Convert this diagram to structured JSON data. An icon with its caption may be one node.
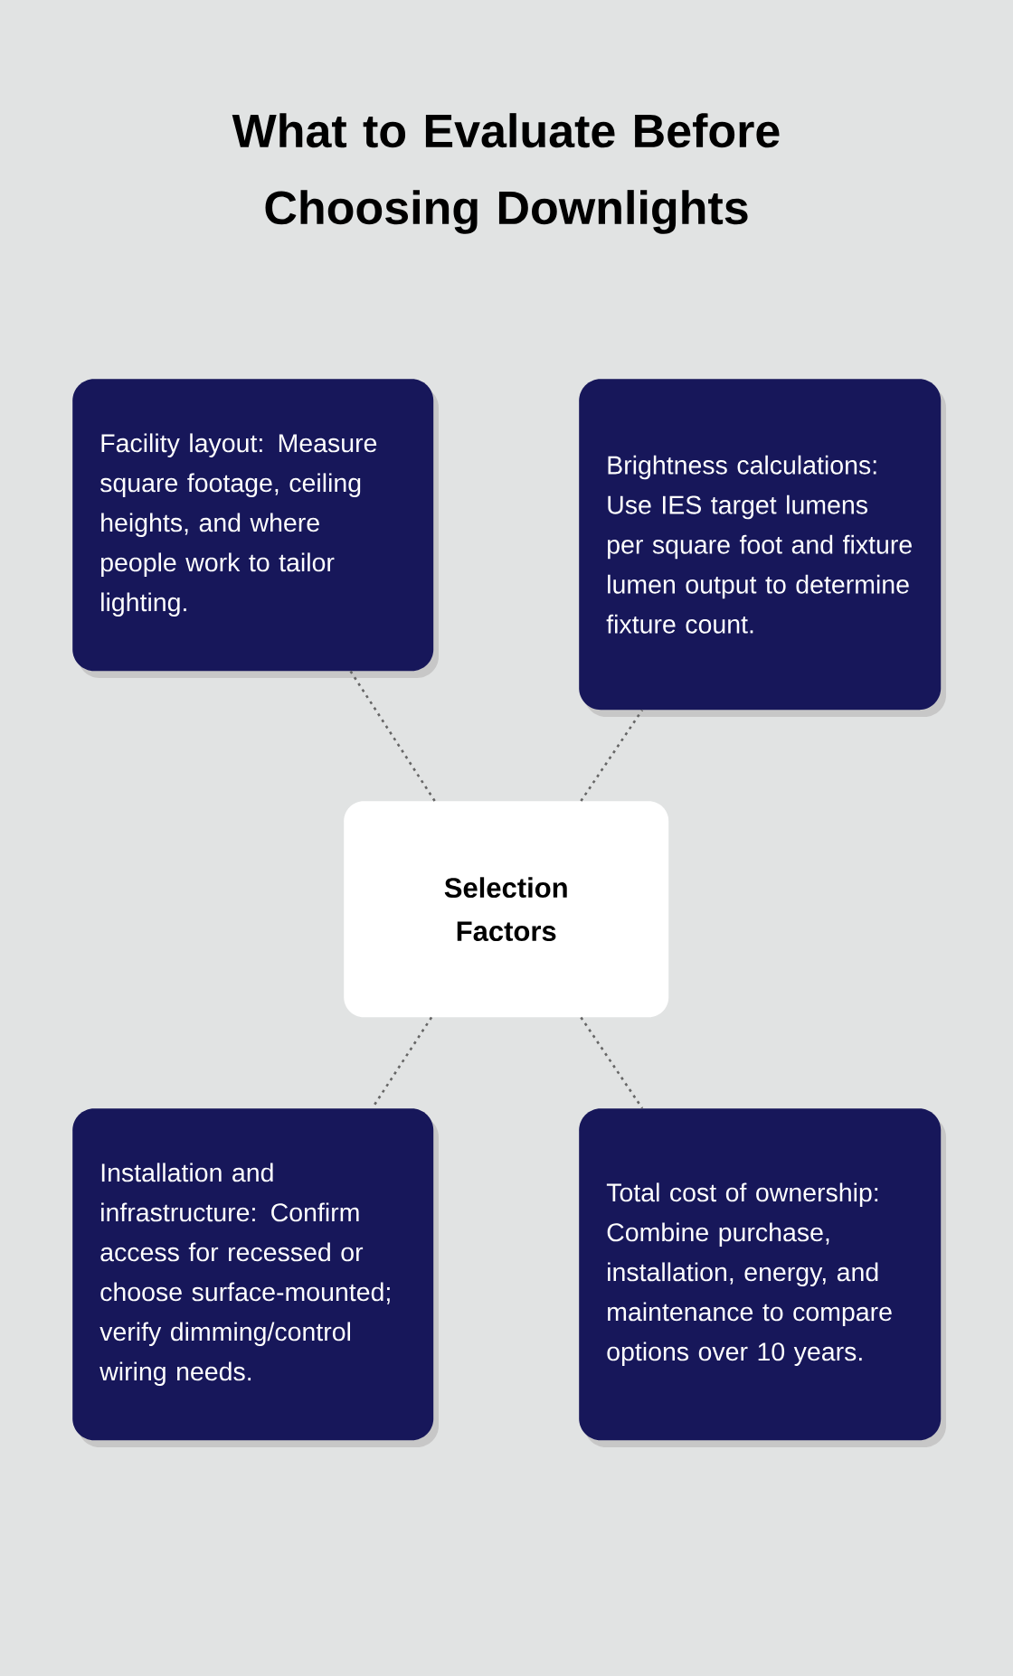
{
  "diagram": {
    "title": "What to Evaluate Before Choosing Downlights",
    "nodes": [
      {
        "text": [
          "Facility layout: Measure square footage, ceiling heights, and where people work to tailor lighting."
        ]
      },
      {
        "text": [
          "Brightness calculations: Use IES target lumens per square foot and fixture lumen output to determine fixture count."
        ]
      },
      {
        "text": [
          "Selection Factors"
        ]
      },
      {
        "text": [
          "Installation and infrastructure: Confirm access for recessed or choose surface-mounted; verify dimming/control wiring needs."
        ]
      },
      {
        "text": [
          "Total cost of ownership: Combine purchase, installation, energy, and maintenance to compare options over 10 years."
        ]
      }
    ],
    "edges": [
      {
        "from": 2,
        "to": 0,
        "arrow": "none",
        "style": "dashed"
      },
      {
        "from": 2,
        "to": 1,
        "arrow": "none",
        "style": "dashed"
      },
      {
        "from": 2,
        "to": 3,
        "arrow": "none",
        "style": "dashed"
      },
      {
        "from": 2,
        "to": 4,
        "arrow": "none",
        "style": "dashed"
      }
    ]
  }
}
